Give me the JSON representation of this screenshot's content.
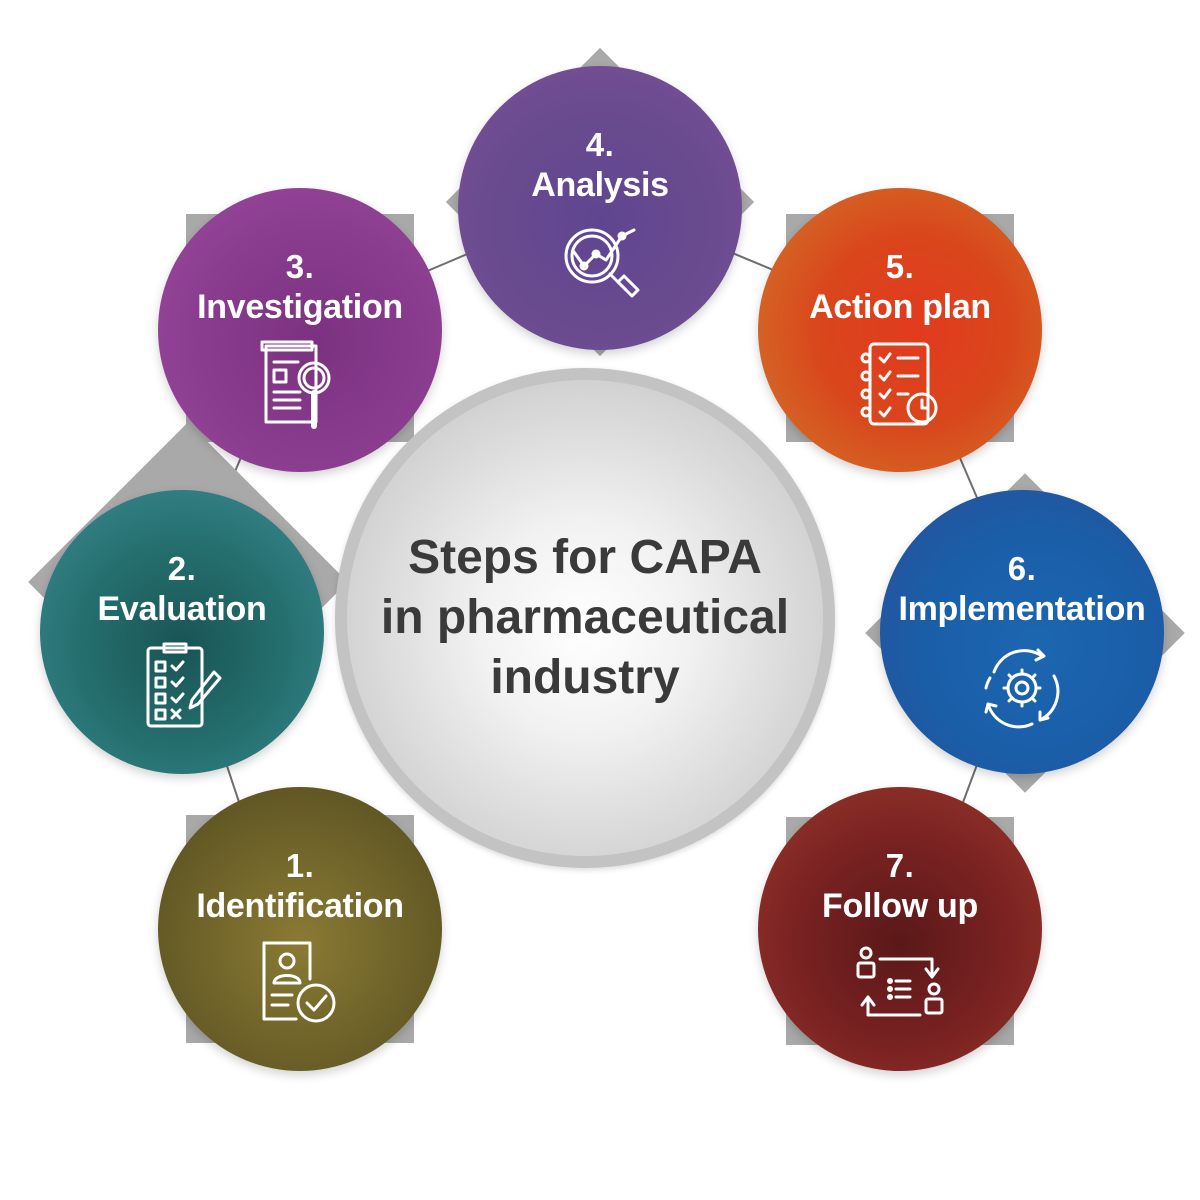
{
  "center": {
    "lines": [
      "Steps for CAPA",
      "in pharmaceutical",
      "industry"
    ]
  },
  "steps": [
    {
      "number": "1.",
      "label": "Identification",
      "icon": "identification-icon",
      "color": "#6b6028"
    },
    {
      "number": "2.",
      "label": "Evaluation",
      "icon": "checklist-clipboard-icon",
      "color": "#25706f"
    },
    {
      "number": "3.",
      "label": "Investigation",
      "icon": "document-magnifier-icon",
      "color": "#8a3d8f"
    },
    {
      "number": "4.",
      "label": "Analysis",
      "icon": "analysis-magnifier-icon",
      "color": "#6a4b8f"
    },
    {
      "number": "5.",
      "label": "Action plan",
      "icon": "action-plan-checklist-icon",
      "color": "#d9461c"
    },
    {
      "number": "6.",
      "label": "Implementation",
      "icon": "gear-cycle-icon",
      "color": "#1a5ea8"
    },
    {
      "number": "7.",
      "label": "Follow up",
      "icon": "follow-up-exchange-icon",
      "color": "#7a2222"
    }
  ],
  "colors": {
    "accent_gray": "#a9a9a9",
    "connector": "#6e6e6e",
    "center_text": "#3a3a3a"
  }
}
